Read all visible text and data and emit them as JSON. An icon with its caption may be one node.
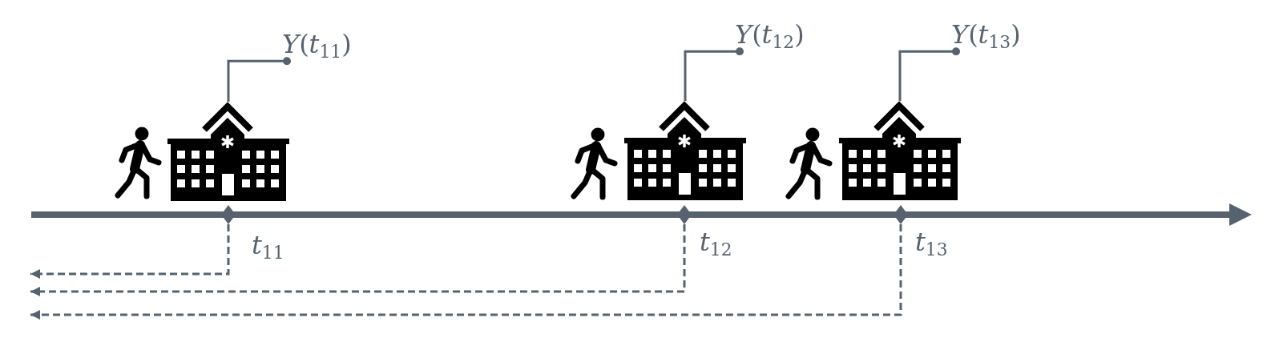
{
  "diagram": {
    "nodes": [
      {
        "text": [
          "*Y*(*t*$_{11}$)"
        ]
      },
      {
        "text": [],
        "shape": "picture"
      },
      {
        "text": [],
        "shape": "diamond",
        "beside": [
          "*t*$_{11}$"
        ]
      },
      {
        "text": [
          "*Y*(*t*$_{12}$)"
        ]
      },
      {
        "text": [],
        "shape": "picture"
      },
      {
        "text": [],
        "shape": "diamond",
        "beside": [
          "*t*$_{12}$"
        ]
      },
      {
        "text": [
          "*Y*(*t*$_{13}$)"
        ]
      },
      {
        "text": [],
        "shape": "picture"
      },
      {
        "text": [],
        "shape": "diamond",
        "beside": [
          "*t*$_{13}$"
        ]
      }
    ],
    "edges": [
      {
        "from": 0,
        "to": 1,
        "arrow": "other"
      },
      {
        "from": 2,
        "to": null,
        "arrow": "to",
        "style": "dashed"
      },
      {
        "from": 3,
        "to": 4,
        "arrow": "other"
      },
      {
        "from": 5,
        "to": null,
        "arrow": "to",
        "style": "dashed"
      },
      {
        "from": 6,
        "to": 7,
        "arrow": "other"
      },
      {
        "from": 8,
        "to": null,
        "arrow": "to",
        "style": "dashed"
      }
    ]
  }
}
